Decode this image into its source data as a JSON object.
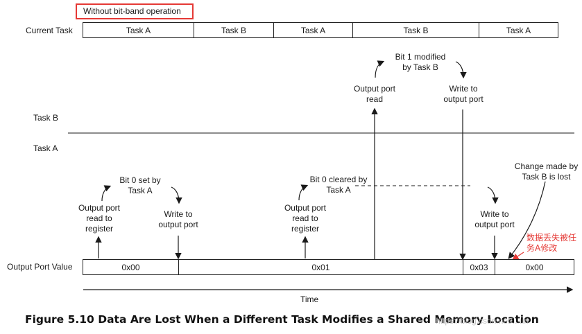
{
  "annotation_box": "Without bit-band operation",
  "current_task": {
    "label": "Current Task",
    "segments": [
      "Task A",
      "Task B",
      "Task A",
      "Task B",
      "Task A"
    ]
  },
  "lanes": {
    "task_b": "Task B",
    "task_a": "Task A"
  },
  "task_b_events": {
    "read": "Output port\nread",
    "modified": "Bit 1 modified\nby Task B",
    "write": "Write to\noutput port"
  },
  "task_a_events": {
    "read1": "Output port\nread to\nregister",
    "set": "Bit 0 set by\nTask A",
    "write1": "Write to\noutput port",
    "cleared": "Bit 0 cleared by\nTask A",
    "read2": "Output port\nread to\nregister",
    "write2": "Write to\noutput port",
    "lost": "Change made by\nTask B is lost"
  },
  "chinese_note": "数据丢失被任\n务A修改",
  "output_port": {
    "label": "Output Port Value",
    "values": [
      "0x00",
      "0x01",
      "0x03",
      "0x00"
    ]
  },
  "time_label": "Time",
  "caption": "Figure 5.10  Data Are Lost When a Different Task Modifies a Shared Memory Location",
  "watermark": "https://blog.csdn.net/...un",
  "colors": {
    "annotation": "#e53935",
    "line": "#1a1a1a"
  }
}
